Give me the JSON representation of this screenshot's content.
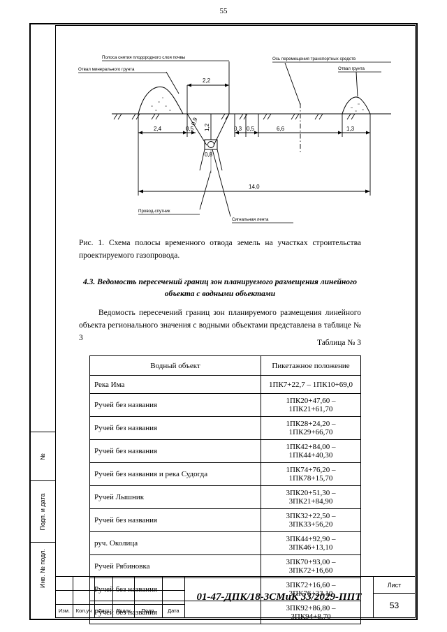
{
  "page_number": "55",
  "figure": {
    "labels": {
      "soil_strip": "Полоса  снятия плодородного слоя почвы",
      "mineral_dump": "Отвал  минерального грунта",
      "transport_axis": "Ось перемещения транспортных средств",
      "soil_dump": "Отвал  грунта",
      "satellite_wire": "Провод-спутник",
      "signal_tape": "Сигнальная лента"
    },
    "dimensions": {
      "d_2_2": "2,2",
      "d_2_4": "2,4",
      "d_0_5_left": "0,5",
      "d_0_9": "0,9",
      "d_1_2": "1,2",
      "d_0_8": "0,8",
      "d_0_3": "0,3",
      "d_0_5_right": "0,5",
      "d_6_6": "6,6",
      "d_1_3": "1,3",
      "d_14_0": "14,0"
    }
  },
  "caption": "Рис.  1.  Схема  полосы  временного  отвода  земель  на  участках  строительства проектируемого газопровода.",
  "heading": "4.3. Ведомость пересечений границ зон планируемого размещения линейного объекта с водными объектами",
  "paragraph": "Ведомость  пересечений  границ  зон  планируемого  размещения  линейного объекта регионального значения с водными объектами представлена в таблице № 3",
  "table_label": "Таблица № 3",
  "table": {
    "headers": [
      "Водный объект",
      "Пикетажное положение"
    ],
    "rows": [
      [
        "Река Има",
        "1ПК7+22,7 – 1ПК10+69,0"
      ],
      [
        "Ручей без названия",
        "1ПК20+47,60 – 1ПК21+61,70"
      ],
      [
        "Ручей без названия",
        "1ПК28+24,20 – 1ПК29+66,70"
      ],
      [
        "Ручей без названия",
        "1ПК42+84,00 – 1ПК44+40,30"
      ],
      [
        "Ручей без названия и река Судогда",
        "1ПК74+76,20 – 1ПК78+15,70"
      ],
      [
        "Ручей Лышник",
        "3ПК20+51,30 – 3ПК21+84,90"
      ],
      [
        "Ручей без названия",
        "3ПК32+22,50 – 3ПК33+56,20"
      ],
      [
        "руч. Околица",
        "3ПК44+92,90 – 3ПК46+13,10"
      ],
      [
        "Ручей Рябиновка",
        "3ПК70+93,00 – 3ПК72+16,60"
      ],
      [
        "Ручей без названия",
        "3ПК72+16,60 – 3ПК76+23,10"
      ],
      [
        "Ручей без названия",
        "3ПК92+86,80 – 3ПК94+8,70"
      ]
    ]
  },
  "side_margin": {
    "number_label": "№",
    "signature_date_label": "Подп. и дата",
    "inventory_label": "Инв. № подл."
  },
  "title_block": {
    "document_code": "01-47-ДПК/18-3СМиК 33/2029-ППТ",
    "sheet_label": "Лист",
    "sheet_value": "53",
    "stamp_columns": [
      "Изм.",
      "Кол.уч",
      "Лист",
      "№док",
      "Подп.",
      "Дата"
    ]
  }
}
